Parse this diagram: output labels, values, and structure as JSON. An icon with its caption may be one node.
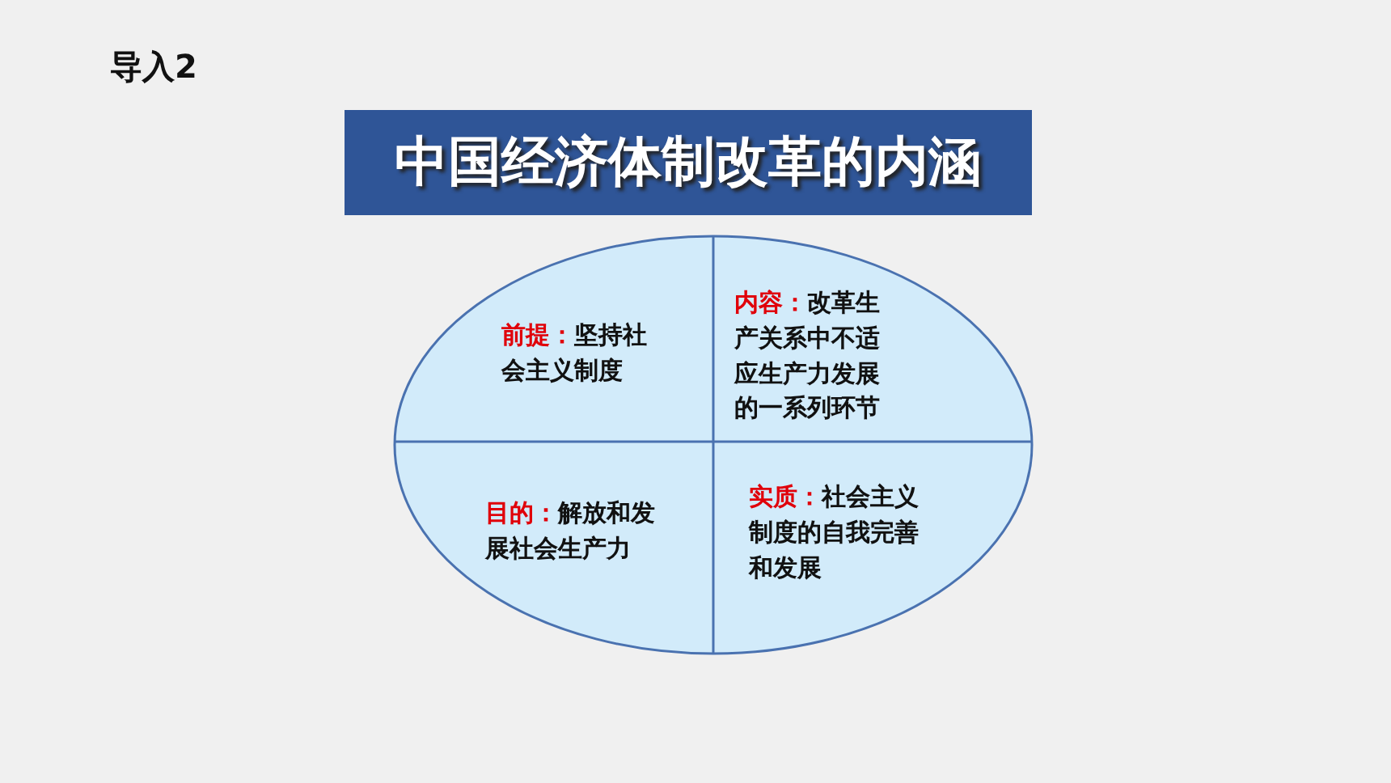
{
  "diagram": {
    "title": "中国经济体制改革的内涵",
    "nodes": [
      {
        "text": [],
        "shape": "ellipse"
      },
      {
        "text": [
          "前提：",
          "坚持社会主义制度"
        ],
        "in": 0
      },
      {
        "text": [
          "内容：",
          "改革生产关系中不适应生产力发展的一系列环节"
        ],
        "in": 0
      },
      {
        "text": [
          "目的：",
          "解放和发展社会生产力"
        ],
        "in": 0
      },
      {
        "text": [
          "实质：",
          "社会主义制度的自我完善和发展"
        ],
        "in": 0
      }
    ],
    "labels": [
      "导入2"
    ]
  }
}
